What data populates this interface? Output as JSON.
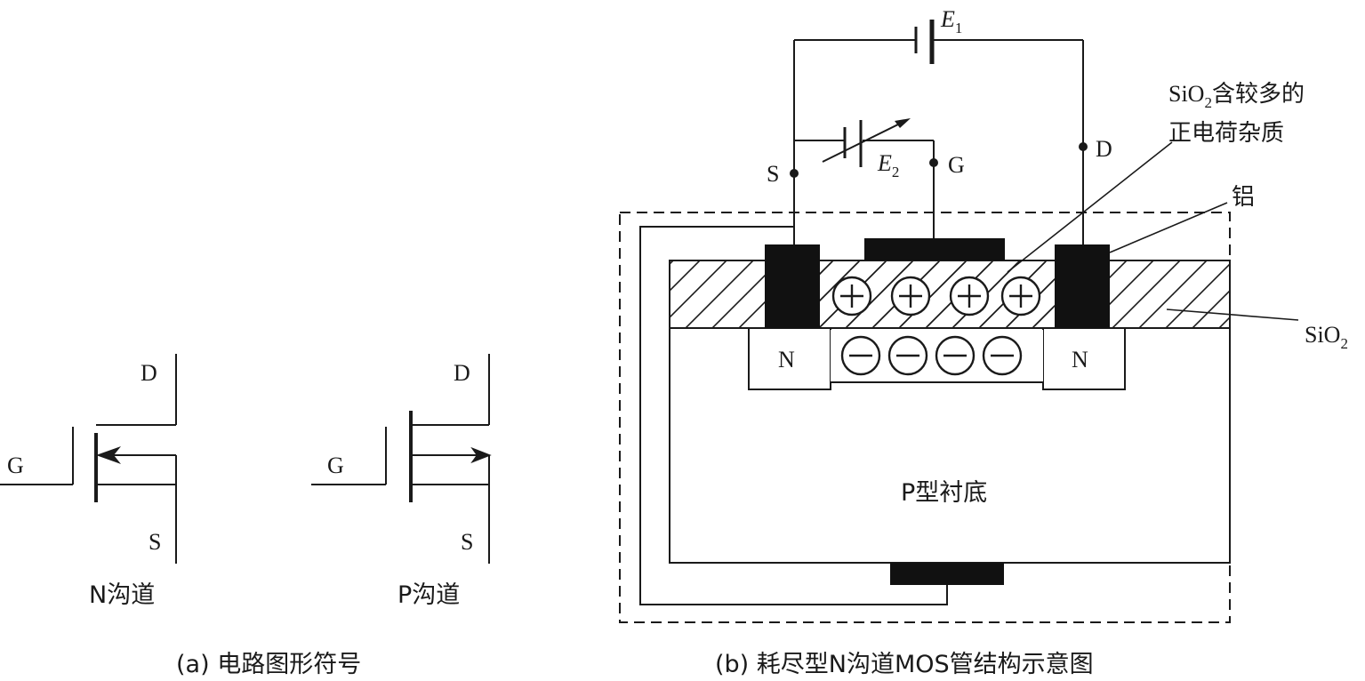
{
  "symbols": {
    "n_channel": {
      "d_label": "D",
      "g_label": "G",
      "s_label": "S",
      "caption": "N沟道"
    },
    "p_channel": {
      "d_label": "D",
      "g_label": "G",
      "s_label": "S",
      "caption": "P沟道"
    },
    "figure_caption": "(a) 电路图形符号"
  },
  "structure": {
    "e1_letter": "E",
    "e1_sub": "1",
    "e2_letter": "E",
    "e2_sub": "2",
    "s_label": "S",
    "g_label": "G",
    "d_label": "D",
    "impurity_note_line1_a": "SiO",
    "impurity_note_line1_sub": "2",
    "impurity_note_line1_b": "含较多的",
    "impurity_note_line2": "正电荷杂质",
    "aluminum_label": "铝",
    "sio2_label": "SiO",
    "sio2_sub": "2",
    "n_left": "N",
    "n_right": "N",
    "substrate_label": "P型衬底",
    "positive_charge_count": 4,
    "negative_charge_count": 4,
    "figure_caption": "(b) 耗尽型N沟道MOS管结构示意图"
  }
}
